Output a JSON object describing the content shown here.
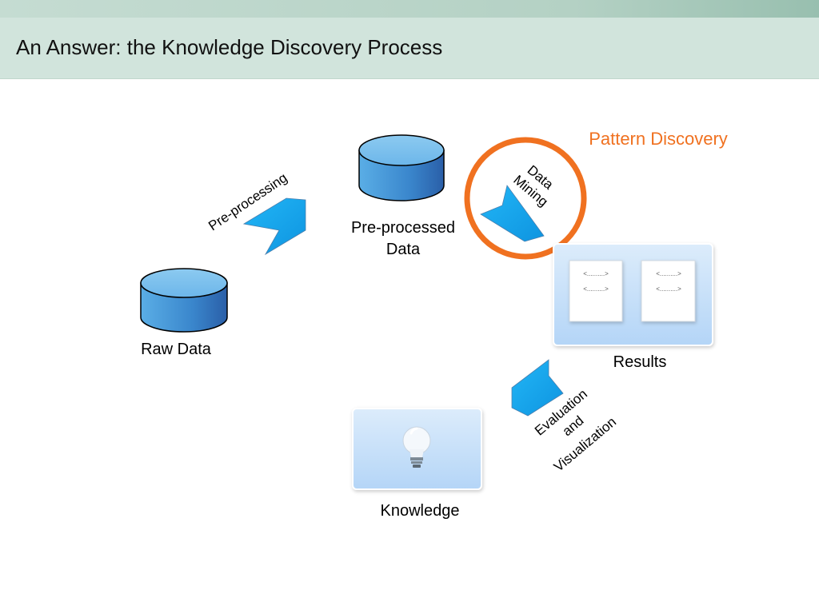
{
  "slide": {
    "title": "An Answer: the Knowledge Discovery Process"
  },
  "diagram": {
    "raw_data_label": "Raw Data",
    "preprocessed_label_line1": "Pre-processed",
    "preprocessed_label_line2": "Data",
    "preprocessing_label": "Pre-processing",
    "data_mining_line1": "Data",
    "data_mining_line2": "Mining",
    "pattern_discovery_label": "Pattern Discovery",
    "results_label": "Results",
    "evaluation_line1": "Evaluation",
    "evaluation_line2": "and",
    "evaluation_line3": "Visualization",
    "knowledge_label": "Knowledge",
    "doc_line_text": "<..........>"
  },
  "colors": {
    "accent_orange": "#f07120",
    "cylinder_blue": "#3f8fd4",
    "arrow_cyan": "#1aa6ee",
    "title_bar": "#d1e4dc"
  }
}
